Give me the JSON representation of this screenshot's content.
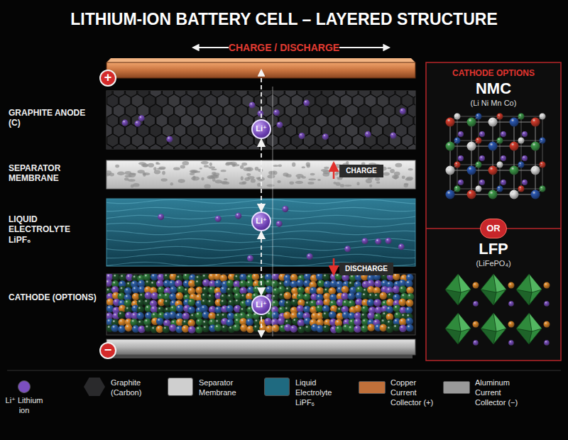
{
  "diagram": {
    "title": "LITHIUM-ION BATTERY CELL – LAYERED STRUCTURE",
    "nodes": [
      {
        "text": [
          "+"
        ]
      },
      {
        "text": [
          "GRAPHITE ANODE (C)"
        ]
      },
      {
        "text": [
          "SEPARATOR MEMBRANE"
        ]
      },
      {
        "text": [
          "LIQUID ELECTROLYTE LiPF₆"
        ]
      },
      {
        "text": [
          "CATHODE (OPTIONS)"
        ]
      },
      {
        "text": [
          "−"
        ]
      },
      {
        "text": [
          "Li⁺"
        ],
        "in": 1
      },
      {
        "text": [
          "Li⁺"
        ],
        "in": 3
      },
      {
        "text": [
          "Li⁺"
        ],
        "in": 4
      },
      {
        "text": [
          "CATHODE OPTIONS"
        ]
      },
      {
        "text": [
          "NMC",
          "(Li Ni Mn Co)"
        ],
        "in": 9
      },
      {
        "text": [
          "OR"
        ],
        "in": 9
      },
      {
        "text": [
          "LFP",
          "(LiFePO₄)"
        ],
        "in": 9
      }
    ],
    "edges": [
      {
        "from": 6,
        "to": 7,
        "arrow": "both"
      },
      {
        "from": 7,
        "to": 8,
        "arrow": "both"
      }
    ],
    "labels": [
      "CHARGE / DISCHARGE",
      "CHARGE",
      "DISCHARGE"
    ],
    "legend": [
      {
        "text": "Li⁺ Lithium ion",
        "color": "#7b4fc0"
      },
      {
        "text": "Graphite (Carbon)",
        "color": "#2a2a2c"
      },
      {
        "text": "Separator Membrane",
        "color": "#cfcfcf"
      },
      {
        "text": "Liquid Electrolyte LiPF₆",
        "color": "#1f6a80"
      },
      {
        "text": "Copper Current Collector (+)",
        "color": "#c0703a"
      },
      {
        "text": "Aluminum Current Collector (−)",
        "color": "#9a9a9a"
      }
    ]
  }
}
